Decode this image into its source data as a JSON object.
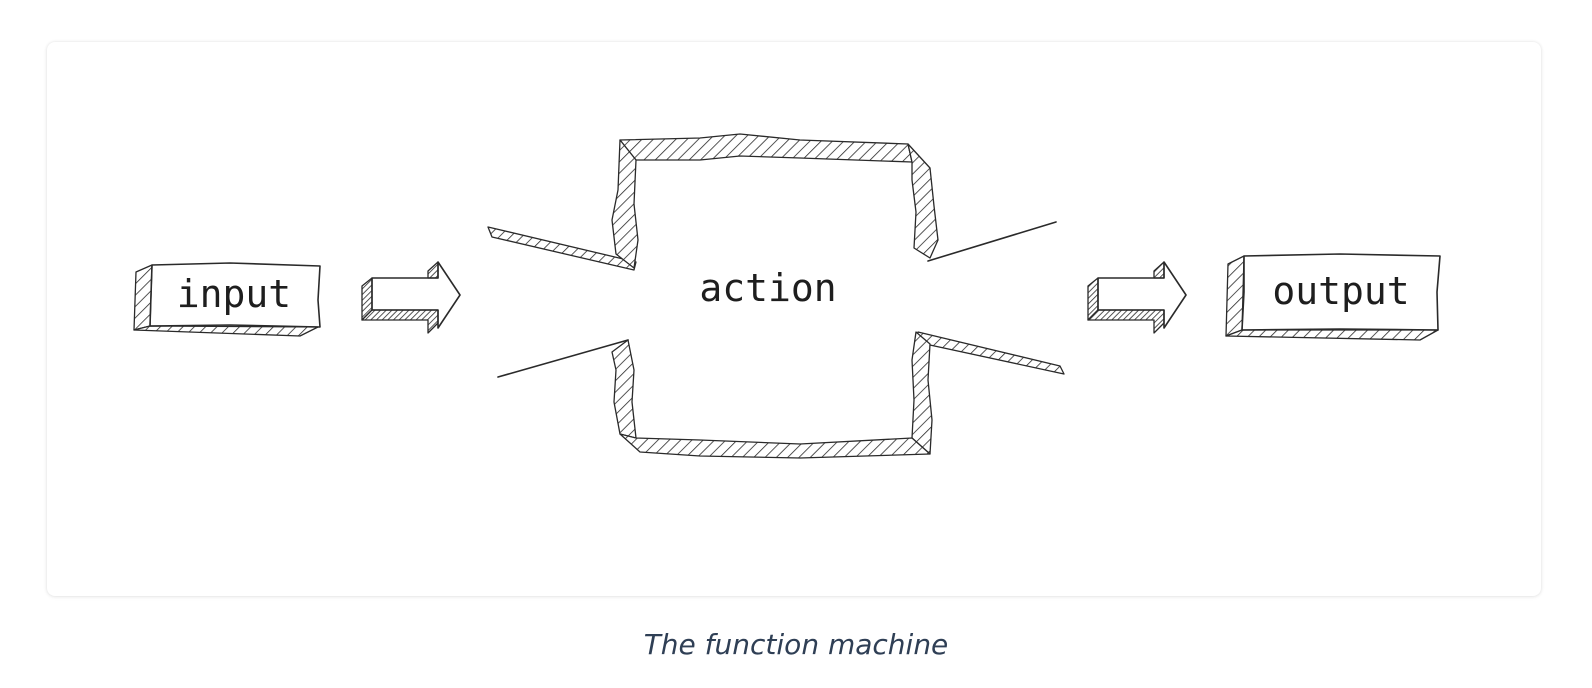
{
  "diagram": {
    "nodes": {
      "input": "input",
      "action": "action",
      "output": "output"
    },
    "edges": [
      {
        "from": "input",
        "to": "action"
      },
      {
        "from": "action",
        "to": "output"
      }
    ],
    "style": "hand-drawn hatched"
  },
  "caption": "The function machine"
}
